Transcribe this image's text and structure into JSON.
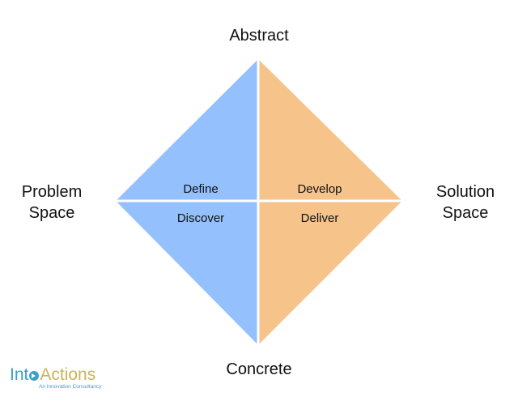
{
  "axes": {
    "top": "Abstract",
    "bottom": "Concrete",
    "left": [
      "Problem",
      "Space"
    ],
    "right": [
      "Solution",
      "Space"
    ]
  },
  "quadrants": {
    "top_left": "Define",
    "top_right": "Develop",
    "bottom_left": "Discover",
    "bottom_right": "Deliver"
  },
  "logo": {
    "part1": "Int",
    "part2": "Actions",
    "tagline": "An Innovation Consultancy"
  },
  "colors": {
    "problem_fill": "#94c1fd",
    "solution_fill": "#f6c38b",
    "divider": "#ffffff",
    "logo_blue": "#3aa0c8",
    "logo_gold": "#c9b45a"
  }
}
